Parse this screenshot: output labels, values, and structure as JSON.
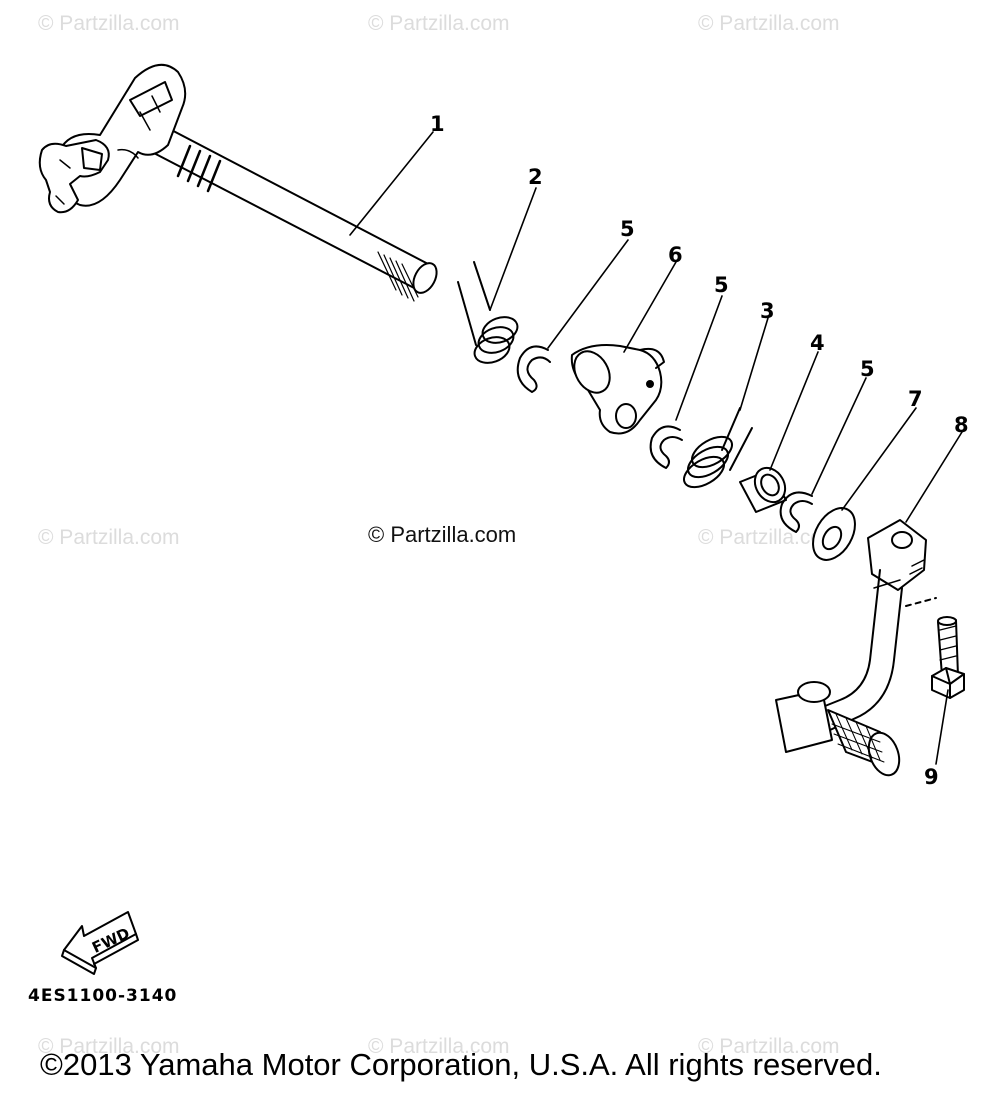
{
  "watermark": "© Partzilla.com",
  "center_watermark": "© Partzilla.com",
  "diagram_code": "4ES1100-3140",
  "fwd_label": "FWD",
  "copyright": "©2013 Yamaha Motor Corporation, U.S.A. All rights reserved.",
  "callouts": {
    "c1": "1",
    "c2": "2",
    "c5a": "5",
    "c6": "6",
    "c5b": "5",
    "c3": "3",
    "c4": "4",
    "c5c": "5",
    "c7": "7",
    "c8": "8",
    "c9": "9"
  }
}
